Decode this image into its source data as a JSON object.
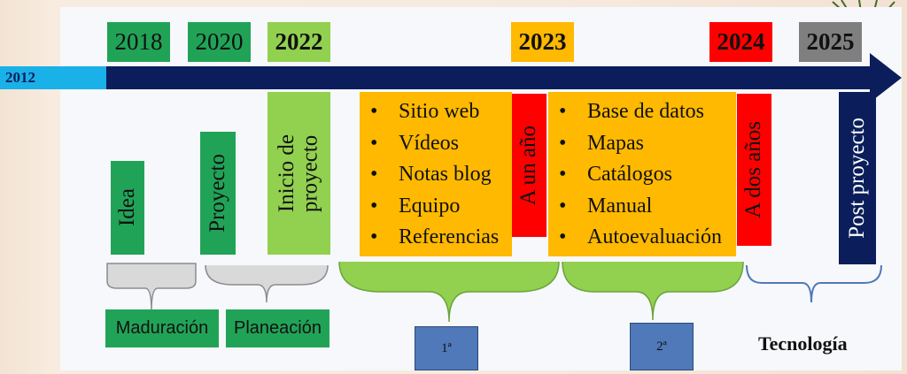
{
  "colors": {
    "green": "#21a357",
    "light_green": "#92d050",
    "orange": "#ffb900",
    "red": "#ff0000",
    "gray": "#7f7f7f",
    "navy": "#0b1e5b",
    "sky": "#1ab0e8",
    "blue_box": "#4f79b8"
  },
  "arrow": {
    "start_label": "2012"
  },
  "years": {
    "y2018": "2018",
    "y2020": "2020",
    "y2022": "2022",
    "y2023": "2023",
    "y2024": "2024",
    "y2025": "2025"
  },
  "phases": {
    "idea": "Idea",
    "proyecto": "Proyecto",
    "inicio_line1": "Inicio de",
    "inicio_line2": "proyecto",
    "a_un_anio": "A un año",
    "a_dos_anios": "A dos años",
    "post_proyecto": "Post proyecto"
  },
  "list_2023_a": [
    "Sitio web",
    "Vídeos",
    "Notas blog",
    "Equipo",
    "Referencias"
  ],
  "list_2023_b": [
    "Base de datos",
    "Mapas",
    "Catálogos",
    "Manual",
    "Autoevaluación"
  ],
  "bullet": "•",
  "labels": {
    "maduracion": "Maduración",
    "planeacion": "Planeación",
    "stage1": "1ª",
    "stage2": "2ª",
    "tecnologia": "Tecnología"
  }
}
